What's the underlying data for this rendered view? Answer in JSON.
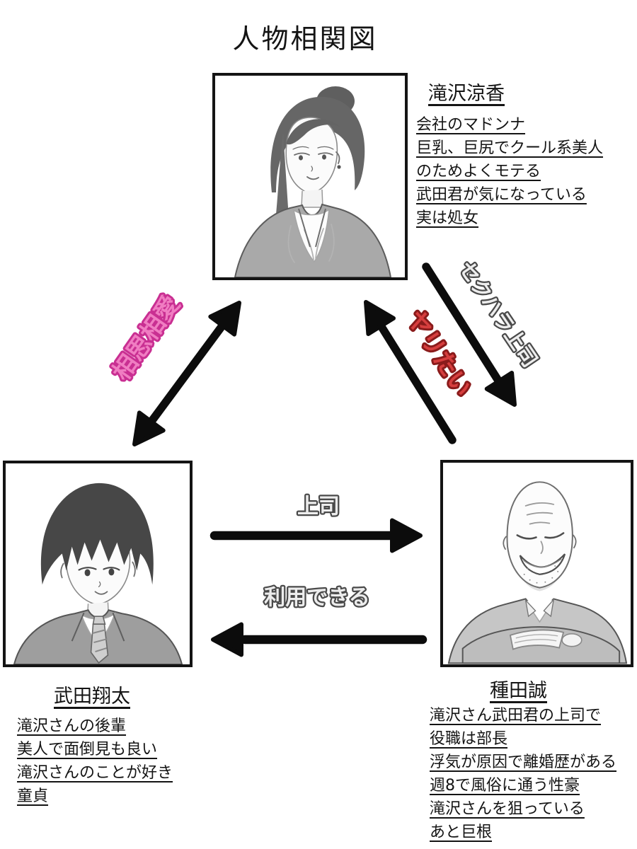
{
  "title": "人物相関図",
  "characters": {
    "takizawa": {
      "name": "滝沢涼香",
      "traits": [
        "会社のマドンナ",
        "巨乳、巨尻でクール系美人",
        "のためよくモテる",
        "武田君が気になっている",
        "実は処女"
      ]
    },
    "takeda": {
      "name": "武田翔太",
      "traits": [
        "滝沢さんの後輩",
        "美人で面倒見も良い",
        "滝沢さんのことが好き",
        "童貞"
      ]
    },
    "taneda": {
      "name": "種田誠",
      "traits": [
        "滝沢さん武田君の上司で",
        "役職は部長",
        "浮気が原因で離婚歴がある",
        "週8で風俗に通う性豪",
        "滝沢さんを狙っている",
        "あと巨根"
      ]
    }
  },
  "relations": {
    "mutual_love": {
      "label": "相思相愛",
      "fill": "#f07dc2",
      "outline": "#c92f92"
    },
    "harassment_boss": {
      "label": "セクハラ上司",
      "fill": "#ededed",
      "outline": "#4a4a4a"
    },
    "wants_to_do": {
      "label": "ヤリたい",
      "fill": "#d63e3e",
      "outline": "#8a1b1b"
    },
    "boss": {
      "label": "上司",
      "fill": "#ededed",
      "outline": "#4a4a4a"
    },
    "can_be_used": {
      "label": "利用できる",
      "fill": "#ededed",
      "outline": "#4a4a4a"
    }
  },
  "arrow_color": "#0c0c0c"
}
